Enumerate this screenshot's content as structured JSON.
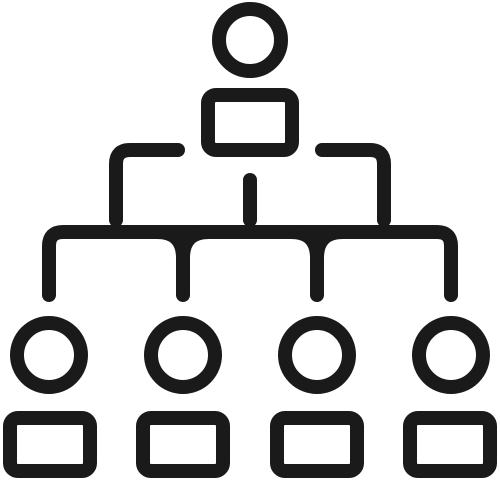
{
  "icon": {
    "name": "organization-hierarchy-icon",
    "stroke_color": "#1a1a1a",
    "background_color": "#ffffff",
    "levels": [
      {
        "role": "top",
        "members": 1
      },
      {
        "role": "subordinates",
        "members": 4
      }
    ]
  }
}
